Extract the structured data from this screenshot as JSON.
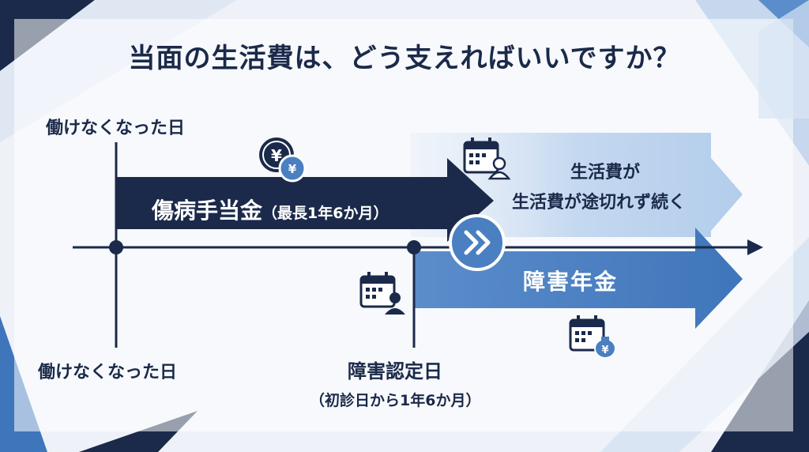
{
  "title": "当面の生活費は、どう支えればいいですか？",
  "timeline": {
    "start_label_top": "働けなくなった日",
    "start_label_bottom": "働けなくなった日",
    "certification_label": "障害認定日",
    "certification_sub": "（初診日から1年6か月）"
  },
  "benefits": {
    "shoubyou_main": "傷病手当金",
    "shoubyou_sub": "（最長1年6か月）",
    "shougai": "障害年金"
  },
  "continuation": {
    "line1": "生活費が",
    "line2": "生活費が途切れず続く"
  },
  "icons": {
    "yen_coin": "yen-coins-icon",
    "calendar_person_top": "calendar-person-icon",
    "calendar_person_mid": "calendar-person-icon",
    "calendar_yen": "calendar-yen-bag-icon",
    "fast_forward": "fast-forward-icon",
    "yen_symbol": "¥"
  },
  "colors": {
    "navy": "#1b2a4a",
    "blue": "#4a7fc1",
    "light_blue": "#c9dcf2",
    "background": "#eef2f8"
  }
}
